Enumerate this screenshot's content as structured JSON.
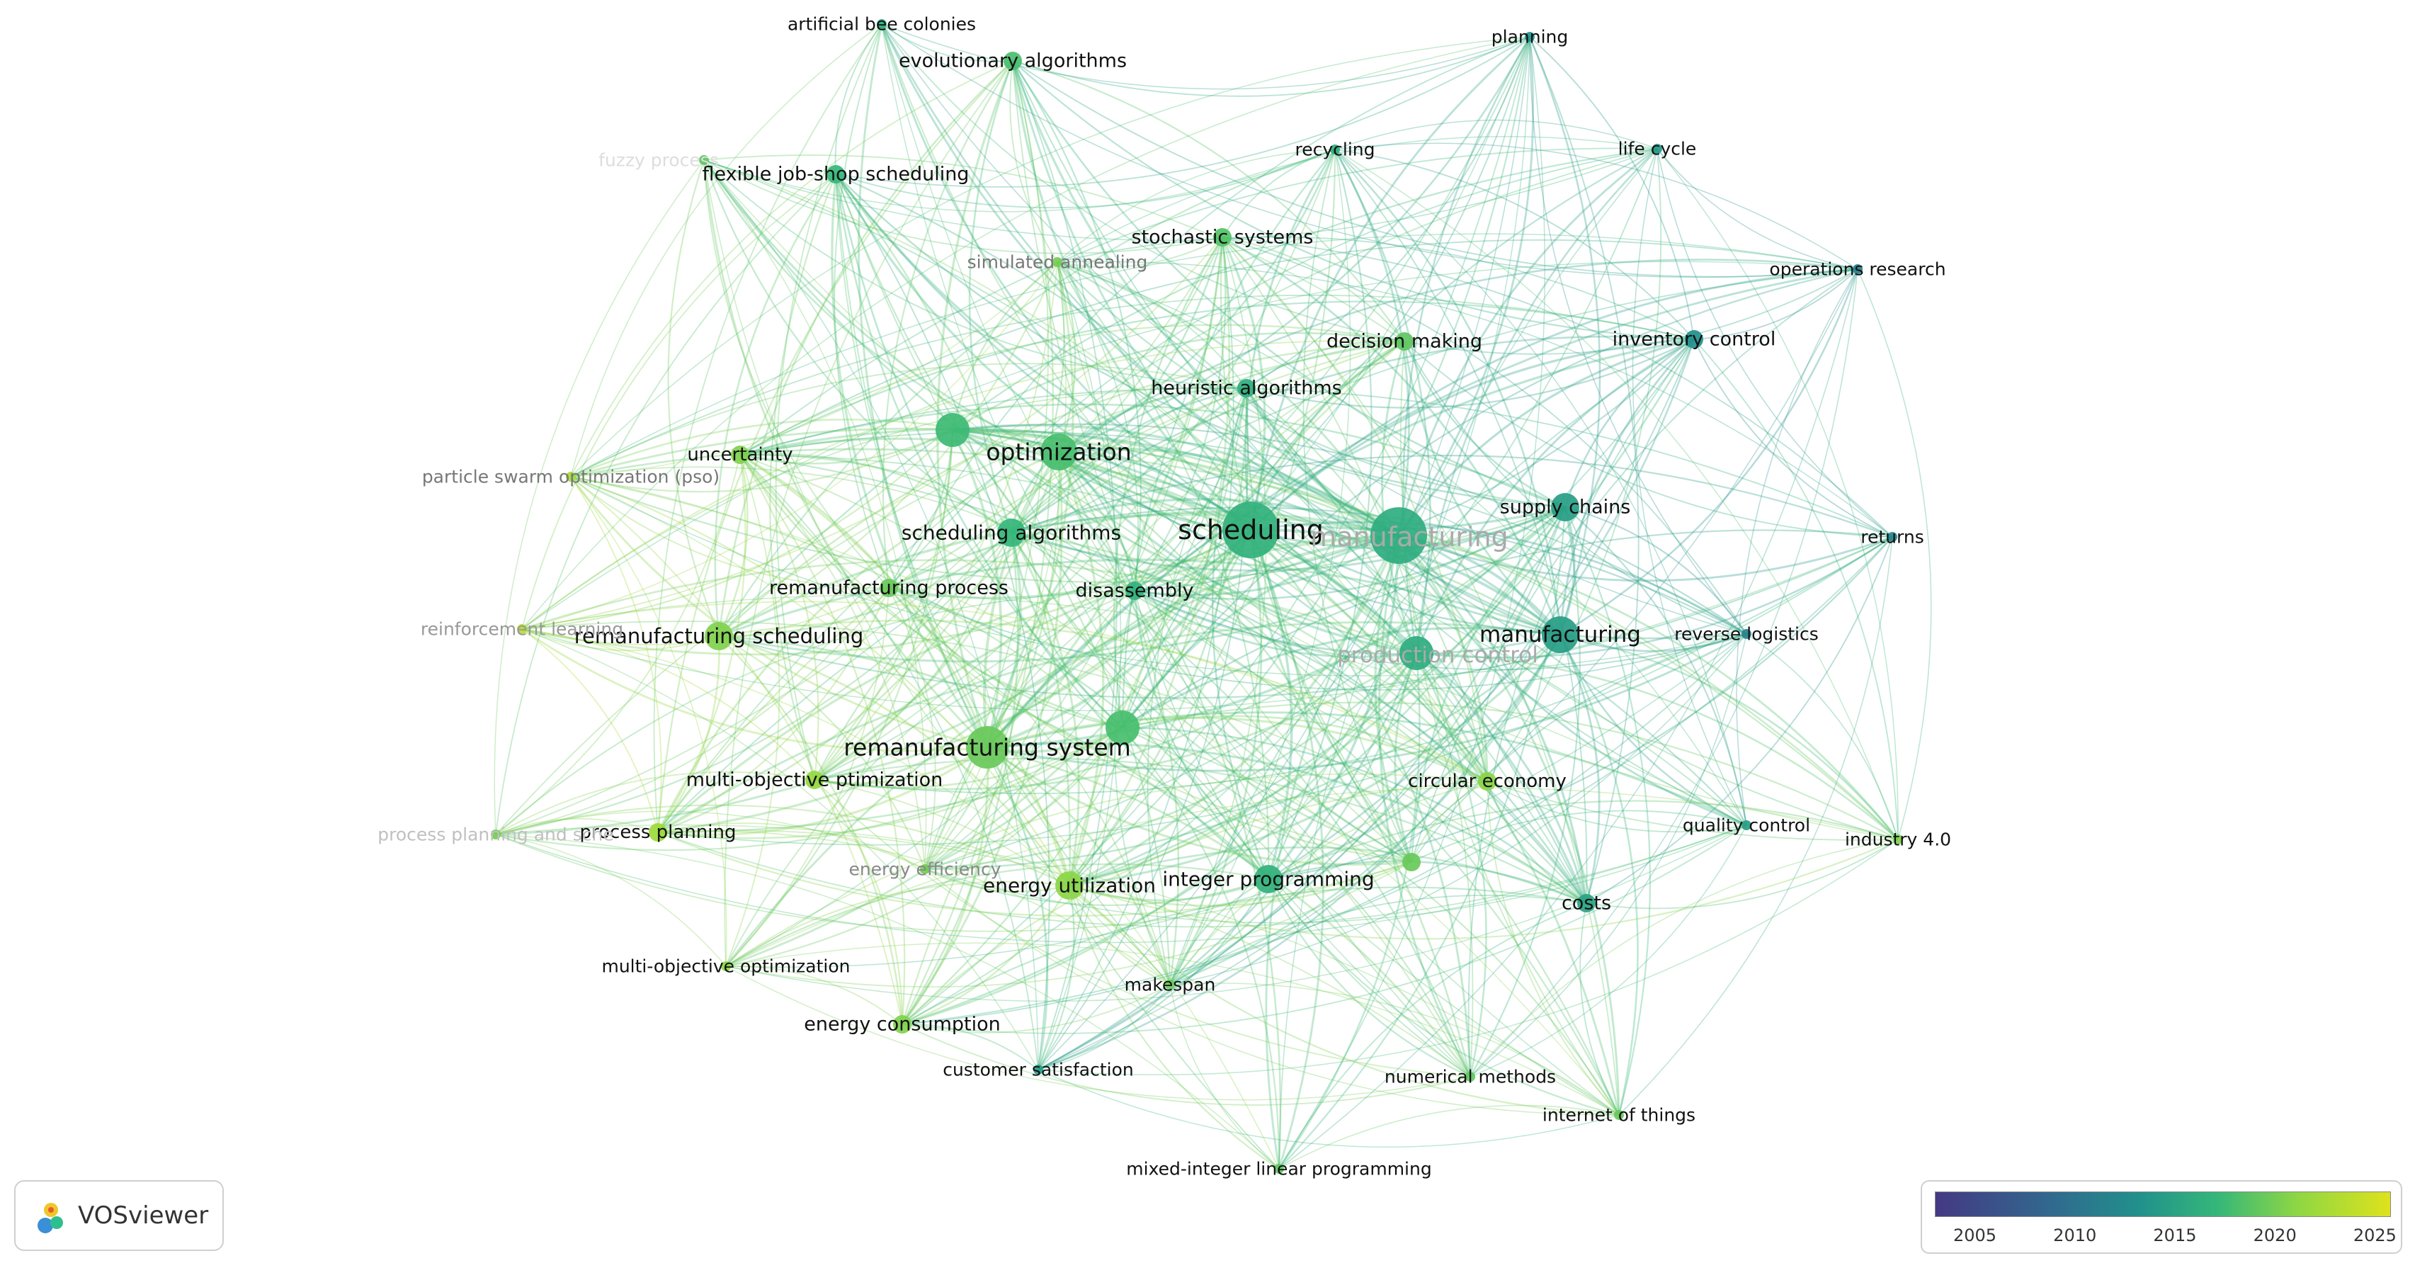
{
  "nodes": [
    {
      "id": "scheduling",
      "label": "scheduling",
      "year": 2016.5,
      "emphasis": 5,
      "label_color": "#111"
    },
    {
      "id": "manufacturing_lc",
      "label": "manufacturing",
      "year": 2016.0,
      "emphasis": 5,
      "label_color": "#aaaaaa"
    },
    {
      "id": "manufacturing",
      "label": "manufacturing",
      "year": 2014.5,
      "emphasis": 4,
      "label_color": "#111"
    },
    {
      "id": "production_control",
      "label": "production control",
      "year": 2016.0,
      "emphasis": 4,
      "label_color": "#aaaaaa"
    },
    {
      "id": "optimization",
      "label": "optimization",
      "year": 2018.0,
      "emphasis": 4,
      "label_color": "#111"
    },
    {
      "id": "remanufacturing_system",
      "label": "remanufacturing system",
      "year": 2019.5,
      "emphasis": 5,
      "label_color": "#111"
    },
    {
      "id": "scheduling_algorithms",
      "label": "scheduling algorithms",
      "year": 2017.0,
      "emphasis": 3,
      "label_color": "#111"
    },
    {
      "id": "remanufacturing_scheduling",
      "label": "remanufacturing scheduling",
      "year": 2020.5,
      "emphasis": 3,
      "label_color": "#111"
    },
    {
      "id": "remanufacturing_process",
      "label": "remanufacturing process",
      "year": 2019.5,
      "emphasis": 2,
      "label_color": "#111"
    },
    {
      "id": "disassembly",
      "label": "disassembly",
      "year": 2016.5,
      "emphasis": 2,
      "label_color": "#111"
    },
    {
      "id": "supply_chains",
      "label": "supply chains",
      "year": 2014.5,
      "emphasis": 3,
      "label_color": "#111"
    },
    {
      "id": "inventory_control",
      "label": "inventory control",
      "year": 2013.0,
      "emphasis": 2,
      "label_color": "#111"
    },
    {
      "id": "heuristic_algorithms",
      "label": "heuristic algorithms",
      "year": 2016.0,
      "emphasis": 2,
      "label_color": "#111"
    },
    {
      "id": "decision_making",
      "label": "decision making",
      "year": 2019.0,
      "emphasis": 2,
      "label_color": "#111"
    },
    {
      "id": "stochastic_systems",
      "label": "stochastic systems",
      "year": 2018.5,
      "emphasis": 2,
      "label_color": "#111"
    },
    {
      "id": "simulated_annealing",
      "label": "simulated annealing",
      "year": 2020.0,
      "emphasis": 1,
      "label_color": "#777"
    },
    {
      "id": "flexible_job_shop",
      "label": "flexible job-shop scheduling",
      "year": 2017.0,
      "emphasis": 2,
      "label_color": "#111"
    },
    {
      "id": "fuzzy_process",
      "label": "fuzzy process",
      "year": 2019.0,
      "emphasis": 1,
      "label_color": "#dddddd"
    },
    {
      "id": "artificial_bee",
      "label": "artificial bee colonies",
      "year": 2016.0,
      "emphasis": 1,
      "label_color": "#111"
    },
    {
      "id": "evolutionary_algorithms",
      "label": "evolutionary algorithms",
      "year": 2018.0,
      "emphasis": 2,
      "label_color": "#111"
    },
    {
      "id": "planning",
      "label": "planning",
      "year": 2013.5,
      "emphasis": 1,
      "label_color": "#111"
    },
    {
      "id": "recycling",
      "label": "recycling",
      "year": 2016.0,
      "emphasis": 1,
      "label_color": "#111"
    },
    {
      "id": "life_cycle",
      "label": "life cycle",
      "year": 2014.0,
      "emphasis": 1,
      "label_color": "#111"
    },
    {
      "id": "operations_research",
      "label": "operations research",
      "year": 2011.5,
      "emphasis": 1,
      "label_color": "#111"
    },
    {
      "id": "returns",
      "label": "returns",
      "year": 2012.0,
      "emphasis": 1,
      "label_color": "#111"
    },
    {
      "id": "reverse_logistics",
      "label": "reverse logistics",
      "year": 2011.5,
      "emphasis": 1,
      "label_color": "#111"
    },
    {
      "id": "quality_control",
      "label": "quality control",
      "year": 2014.5,
      "emphasis": 1,
      "label_color": "#111"
    },
    {
      "id": "industry_40",
      "label": "industry 4.0",
      "year": 2020.5,
      "emphasis": 1,
      "label_color": "#111"
    },
    {
      "id": "circular_economy",
      "label": "circular economy",
      "year": 2021.0,
      "emphasis": 2,
      "label_color": "#111"
    },
    {
      "id": "costs",
      "label": "costs",
      "year": 2015.0,
      "emphasis": 2,
      "label_color": "#111"
    },
    {
      "id": "integer_programming",
      "label": "integer programming",
      "year": 2016.5,
      "emphasis": 3,
      "label_color": "#111"
    },
    {
      "id": "energy_utilization",
      "label": "energy utilization",
      "year": 2021.0,
      "emphasis": 3,
      "label_color": "#111"
    },
    {
      "id": "energy_efficiency",
      "label": "energy efficiency",
      "year": 2020.0,
      "emphasis": 1,
      "label_color": "#888888"
    },
    {
      "id": "multi_obj_ptimization",
      "label": "multi-objective ptimization",
      "year": 2021.5,
      "emphasis": 2,
      "label_color": "#111"
    },
    {
      "id": "process_planning",
      "label": "process planning",
      "year": 2022.0,
      "emphasis": 2,
      "label_color": "#111"
    },
    {
      "id": "process_planning_sched",
      "label": "process planning and sche",
      "year": 2020.0,
      "emphasis": 1,
      "label_color": "#c0c0c0"
    },
    {
      "id": "multi_obj_optimization",
      "label": "multi-objective optimization",
      "year": 2021.0,
      "emphasis": 1,
      "label_color": "#111"
    },
    {
      "id": "energy_consumption",
      "label": "energy consumption",
      "year": 2020.5,
      "emphasis": 2,
      "label_color": "#111"
    },
    {
      "id": "makespan",
      "label": "makespan",
      "year": 2019.5,
      "emphasis": 1,
      "label_color": "#111"
    },
    {
      "id": "customer_satisfaction",
      "label": "customer satisfaction",
      "year": 2014.5,
      "emphasis": 1,
      "label_color": "#111"
    },
    {
      "id": "numerical_methods",
      "label": "numerical methods",
      "year": 2019.0,
      "emphasis": 1,
      "label_color": "#111"
    },
    {
      "id": "internet_of_things",
      "label": "internet of things",
      "year": 2019.5,
      "emphasis": 1,
      "label_color": "#111"
    },
    {
      "id": "milp",
      "label": "mixed-integer linear programming",
      "year": 2019.0,
      "emphasis": 1,
      "label_color": "#111"
    },
    {
      "id": "uncertainty",
      "label": "uncertainty",
      "year": 2020.5,
      "emphasis": 2,
      "label_color": "#111"
    },
    {
      "id": "pso",
      "label": "particle swarm optimization (pso)",
      "year": 2022.5,
      "emphasis": 1,
      "label_color": "#777"
    },
    {
      "id": "reinforcement_learning",
      "label": "reinforcement learning",
      "year": 2023.5,
      "emphasis": 1,
      "label_color": "#999999"
    },
    {
      "id": "unlabeled_a",
      "label": "",
      "year": 2017.5,
      "emphasis": 3,
      "label_color": "#111"
    },
    {
      "id": "unlabeled_b",
      "label": "",
      "year": 2018.0,
      "emphasis": 3,
      "label_color": "#111"
    },
    {
      "id": "unlabeled_c",
      "label": "",
      "year": 2019.5,
      "emphasis": 2,
      "label_color": "#111"
    }
  ],
  "legend": {
    "ticks": [
      "2005",
      "2010",
      "2015",
      "2020",
      "2025"
    ],
    "min_year": 2003,
    "max_year": 2025.8
  },
  "branding": {
    "app_name": "VOSviewer",
    "logo_icon": "vosviewer-logo-icon"
  }
}
